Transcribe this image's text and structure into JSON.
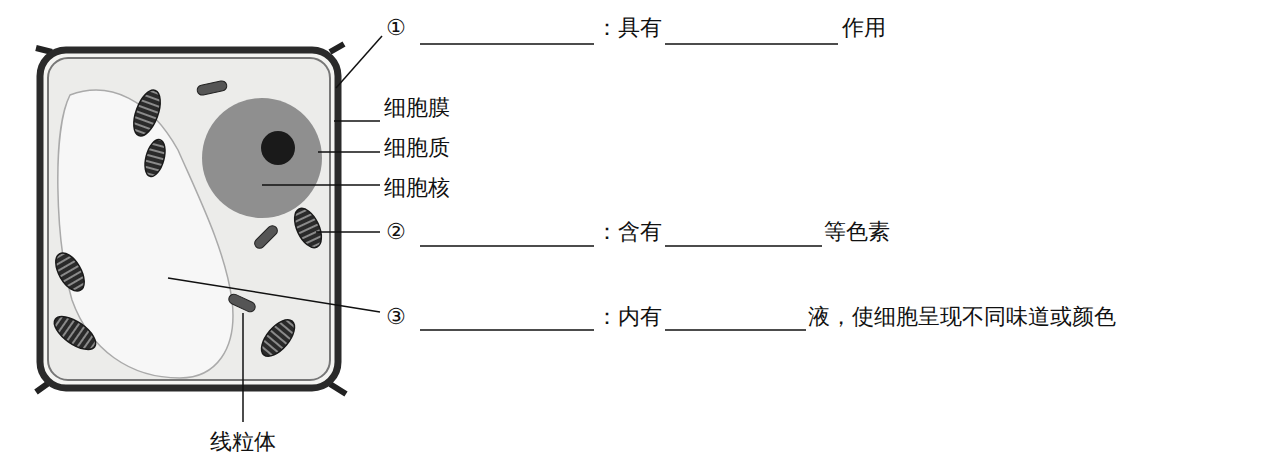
{
  "diagram": {
    "labels": [
      "①",
      "：具有",
      "作用",
      "细胞膜",
      "细胞质",
      "细胞核",
      "②",
      "：含有",
      "等色素",
      "③",
      "：内有",
      "液，使细胞呈现不同味道或颜色",
      "线粒体"
    ]
  }
}
